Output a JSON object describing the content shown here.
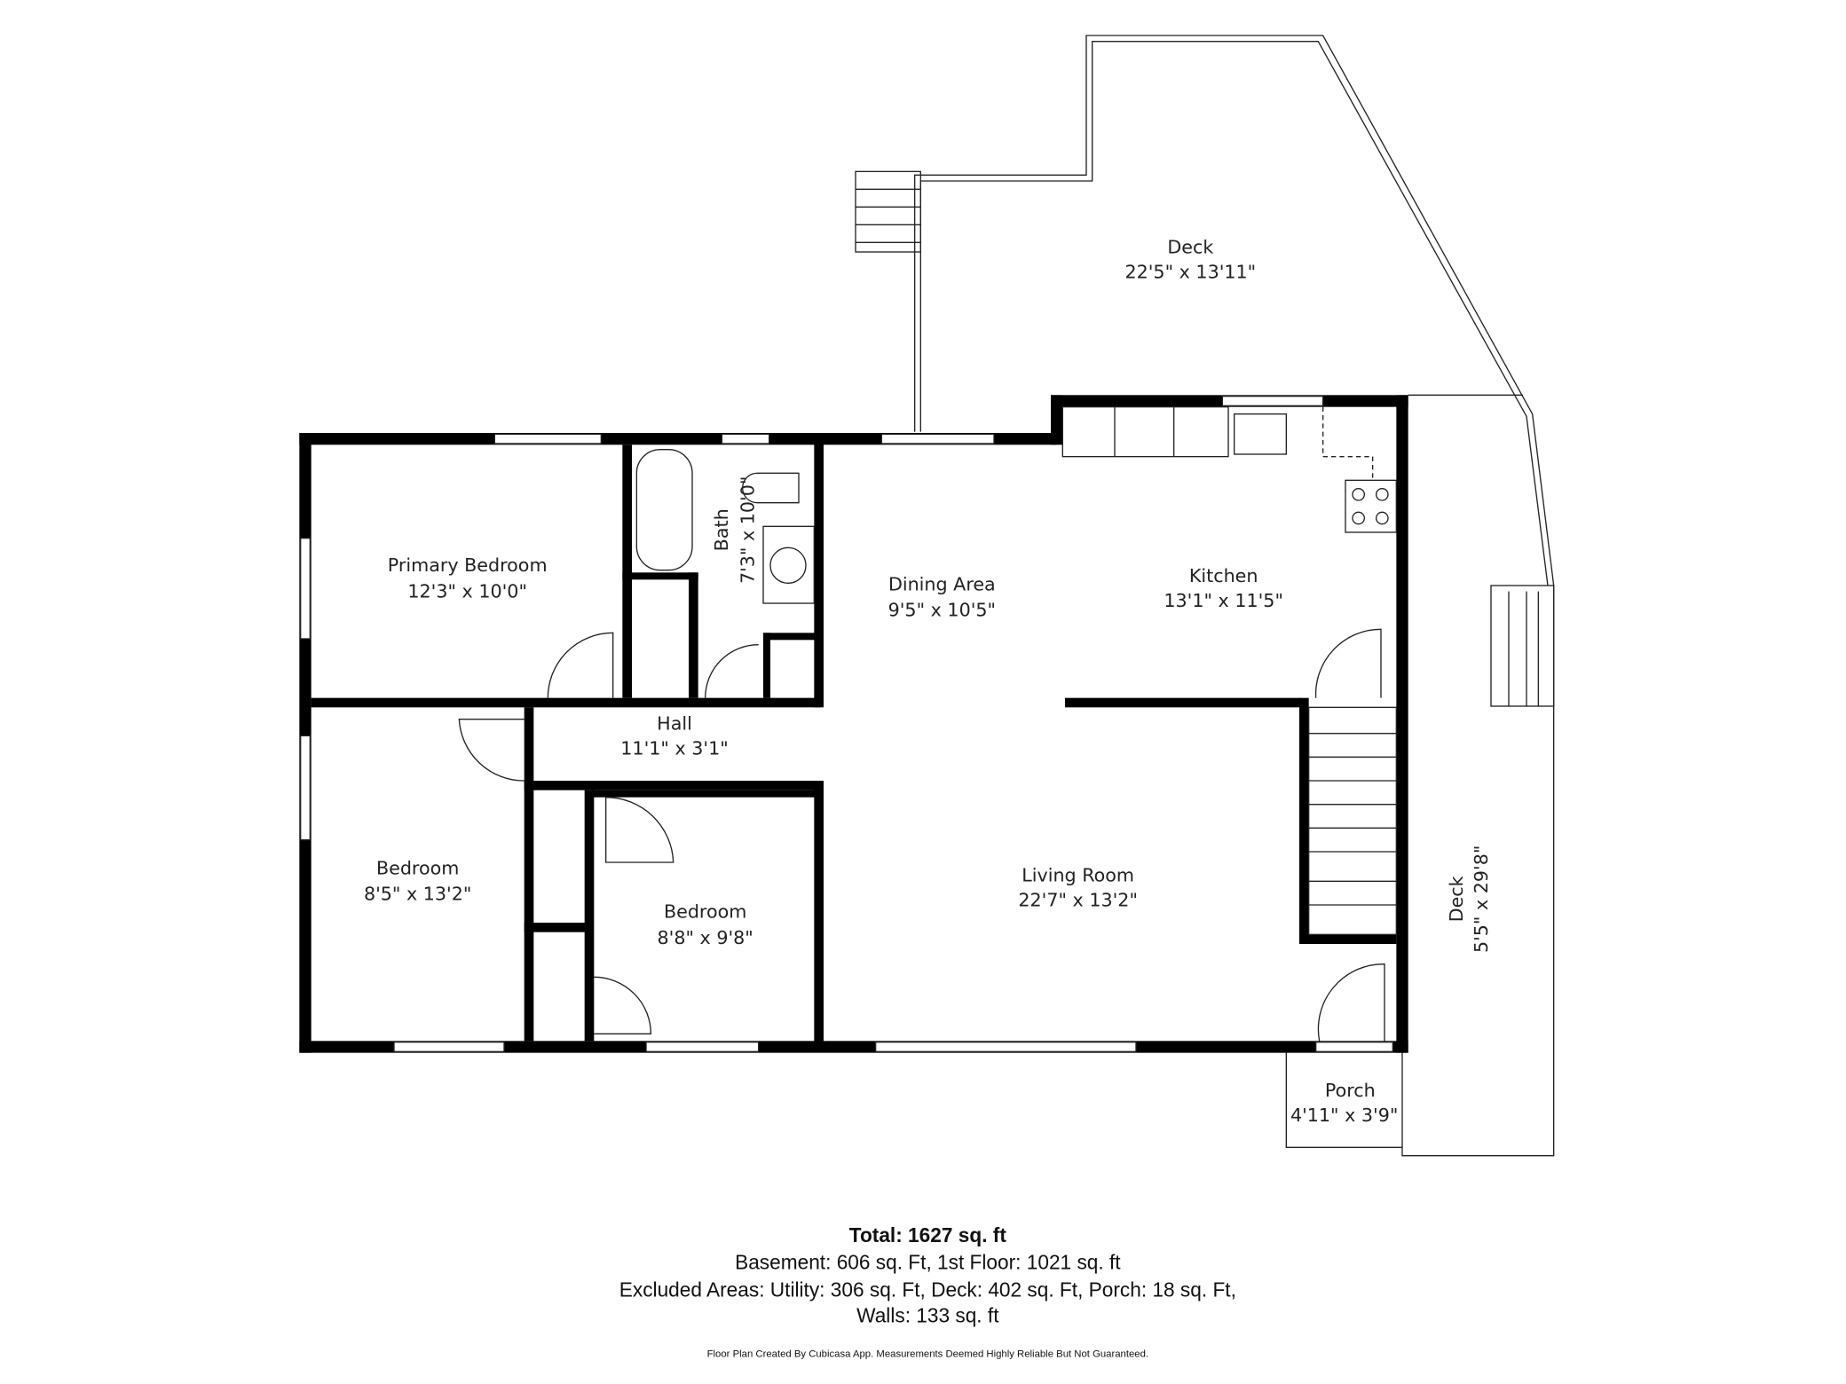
{
  "rooms": [
    {
      "name": "Primary Bedroom",
      "size": "12'3\" x 10'0\""
    },
    {
      "name": "Bath",
      "size": "7'3\" x 10'0\""
    },
    {
      "name": "Dining Area",
      "size": "9'5\" x 10'5\""
    },
    {
      "name": "Kitchen",
      "size": "13'1\" x 11'5\""
    },
    {
      "name": "Hall",
      "size": "11'1\" x 3'1\""
    },
    {
      "name": "Bedroom",
      "size": "8'5\" x 13'2\""
    },
    {
      "name": "Bedroom",
      "size": "8'8\" x 9'8\""
    },
    {
      "name": "Living Room",
      "size": "22'7\" x 13'2\""
    },
    {
      "name": "Deck",
      "size": "22'5\" x 13'11\""
    },
    {
      "name": "Deck",
      "size": "5'5\" x 29'8\""
    },
    {
      "name": "Porch",
      "size": "4'11\" x 3'9\""
    }
  ],
  "summary": {
    "total": "Total: 1627 sq. ft",
    "line1": "Basement: 606 sq. Ft, 1st Floor: 1021 sq. ft",
    "line2": "Excluded Areas: Utility: 306 sq. Ft, Deck: 402 sq. Ft, Porch: 18 sq. Ft,",
    "line3": "Walls: 133 sq. ft"
  },
  "disclaimer": "Floor Plan Created By Cubicasa App. Measurements Deemed Highly Reliable But Not Guaranteed."
}
